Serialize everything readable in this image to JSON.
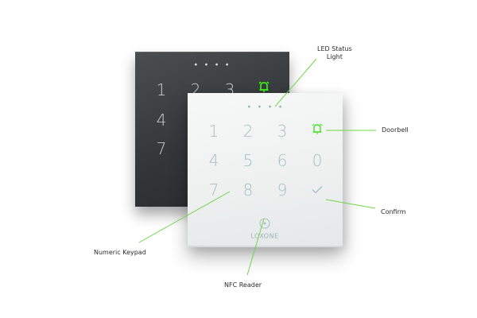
{
  "brand": "LOXONE",
  "colors": {
    "accent_green": "#6fd64a",
    "led_green": "#39ff14",
    "dark_panel": "#33373a",
    "white_panel": "#eef0f0",
    "key_text_white": "#a9bdbf"
  },
  "dark_panel": {
    "status_dots": "• • • •",
    "keys": [
      "1",
      "2",
      "3",
      "4",
      "7"
    ],
    "doorbell_icon": "bell-icon"
  },
  "white_panel": {
    "status_dots": "• • • •",
    "keys": {
      "row1": [
        "1",
        "2",
        "3"
      ],
      "row2": [
        "4",
        "5",
        "6",
        "0"
      ],
      "row3": [
        "7",
        "8",
        "9"
      ]
    },
    "confirm_icon": "checkmark-icon",
    "doorbell_icon": "bell-icon",
    "nfc_icon": "nfc-reader-icon",
    "logo_text": "LOXONE"
  },
  "callouts": {
    "led_status": "LED Status\nLight",
    "led_status_line1": "LED Status",
    "led_status_line2": "Light",
    "doorbell": "Doorbell",
    "confirm": "Confirm",
    "numeric_keypad": "Numeric Keypad",
    "nfc_reader": "NFC Reader"
  }
}
